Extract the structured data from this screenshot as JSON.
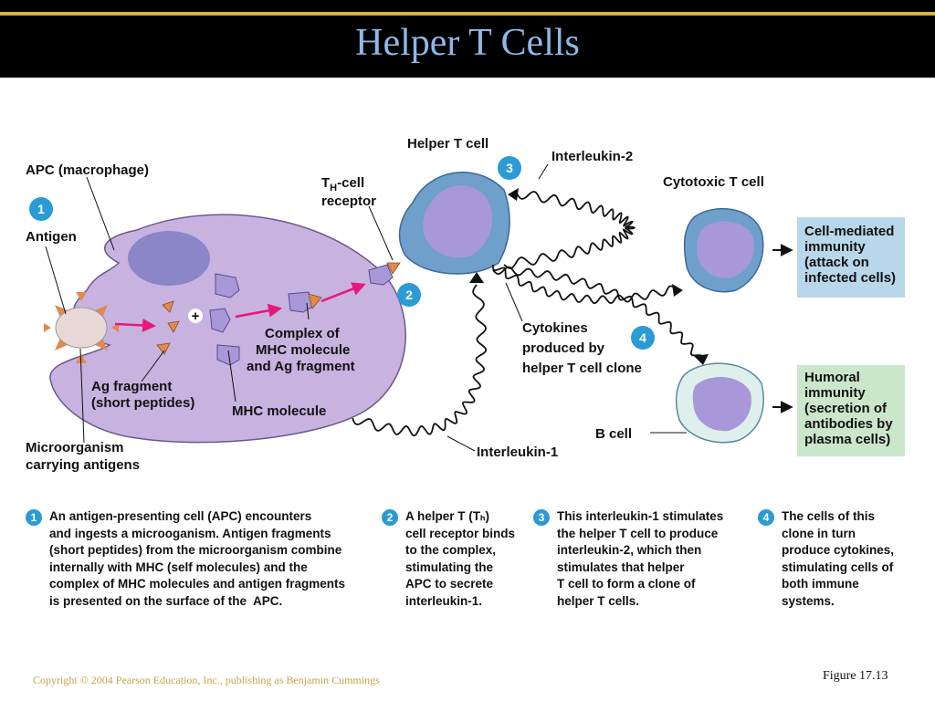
{
  "title": "Helper T Cells",
  "colors": {
    "title_text": "#8fb8e8",
    "step_badge": "#2a9bd4",
    "apc_fill": "#c8b2e0",
    "nucleus": "#8a86c8",
    "helper_cell": "#6f9fcb",
    "b_cell": "#dff0ec",
    "arrow_pink": "#e6177a",
    "antigen_spike": "#e08a50",
    "outcome_blue_box": "#b9d7ea",
    "outcome_green_box": "#cbe7cb"
  },
  "labels": {
    "apc": "APC (macrophage)",
    "antigen": "Antigen",
    "helper_t_cell": "Helper T cell",
    "th_receptor_main": "T",
    "th_receptor_sub": "H",
    "th_receptor_rest": "-cell",
    "th_receptor_line2": "receptor",
    "interleukin_2": "Interleukin-2",
    "cytotoxic_t_cell": "Cytotoxic T cell",
    "complex_line1": "Complex of",
    "complex_line2": "MHC molecule",
    "complex_line3": "and Ag fragment",
    "ag_fragment_line1": "Ag fragment",
    "ag_fragment_line2": "(short peptides)",
    "mhc_molecule": "MHC molecule",
    "microorganism_line1": "Microorganism",
    "microorganism_line2": "carrying antigens",
    "cytokines_line1": "Cytokines",
    "cytokines_line2": "produced by",
    "cytokines_line3": "helper T cell clone",
    "b_cell": "B cell",
    "interleukin_1": "Interleukin-1",
    "plus": "+"
  },
  "outcomes": {
    "cell_mediated": [
      "Cell-mediated",
      "immunity",
      "(attack on",
      "infected cells)"
    ],
    "humoral": [
      "Humoral",
      "immunity",
      "(secretion of",
      "antibodies by",
      "plasma cells)"
    ]
  },
  "diagram_badges": [
    "1",
    "2",
    "3",
    "4"
  ],
  "steps": [
    {
      "num": "1",
      "text": "An antigen-presenting cell (APC) encounters\nand ingests a microoganism. Antigen fragments\n(short peptides) from the microorganism combine\ninternally with MHC (self molecules) and the\ncomplex of MHC molecules and antigen fragments\nis presented on the surface of the  APC."
    },
    {
      "num": "2",
      "text": "A helper T (Tₕ)\ncell receptor binds\nto the complex,\nstimulating the\nAPC to secrete\ninterleukin-1."
    },
    {
      "num": "3",
      "text": "This interleukin-1 stimulates\nthe helper T cell to produce\ninterleukin-2, which then\nstimulates that helper\nT cell to form a clone of\nhelper T cells."
    },
    {
      "num": "4",
      "text": "The cells of this\nclone in turn\nproduce cytokines,\nstimulating cells of\nboth immune\nsystems."
    }
  ],
  "copyright": "Copyright © 2004 Pearson Education, Inc., publishing as Benjamin Cummings",
  "figure": "Figure 17.13"
}
